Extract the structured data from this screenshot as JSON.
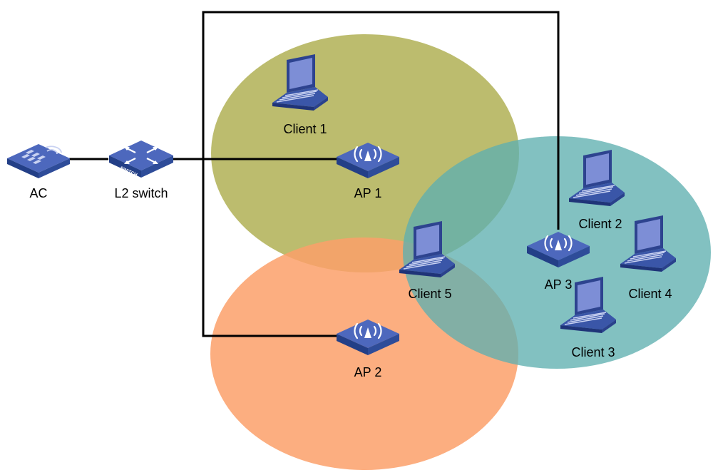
{
  "devices": {
    "ac": {
      "label": "AC"
    },
    "switch": {
      "label": "L2 switch",
      "badge": "SWITCH"
    },
    "aps": [
      {
        "label": "AP 1"
      },
      {
        "label": "AP 2"
      },
      {
        "label": "AP 3"
      }
    ],
    "clients": [
      {
        "label": "Client 1"
      },
      {
        "label": "Client 2"
      },
      {
        "label": "Client 3"
      },
      {
        "label": "Client 4"
      },
      {
        "label": "Client 5"
      }
    ]
  },
  "colors": {
    "cell_ap1": "#b5b55e",
    "cell_ap2": "#fba06a",
    "cell_ap3": "#5fb0b0",
    "device_blue": "#3a56a8",
    "laptop_screen": "#7d8ed6",
    "link": "#000000"
  },
  "icons": {
    "ac": "access-controller-icon",
    "switch": "switch-icon",
    "ap": "access-point-icon",
    "client": "laptop-icon"
  }
}
